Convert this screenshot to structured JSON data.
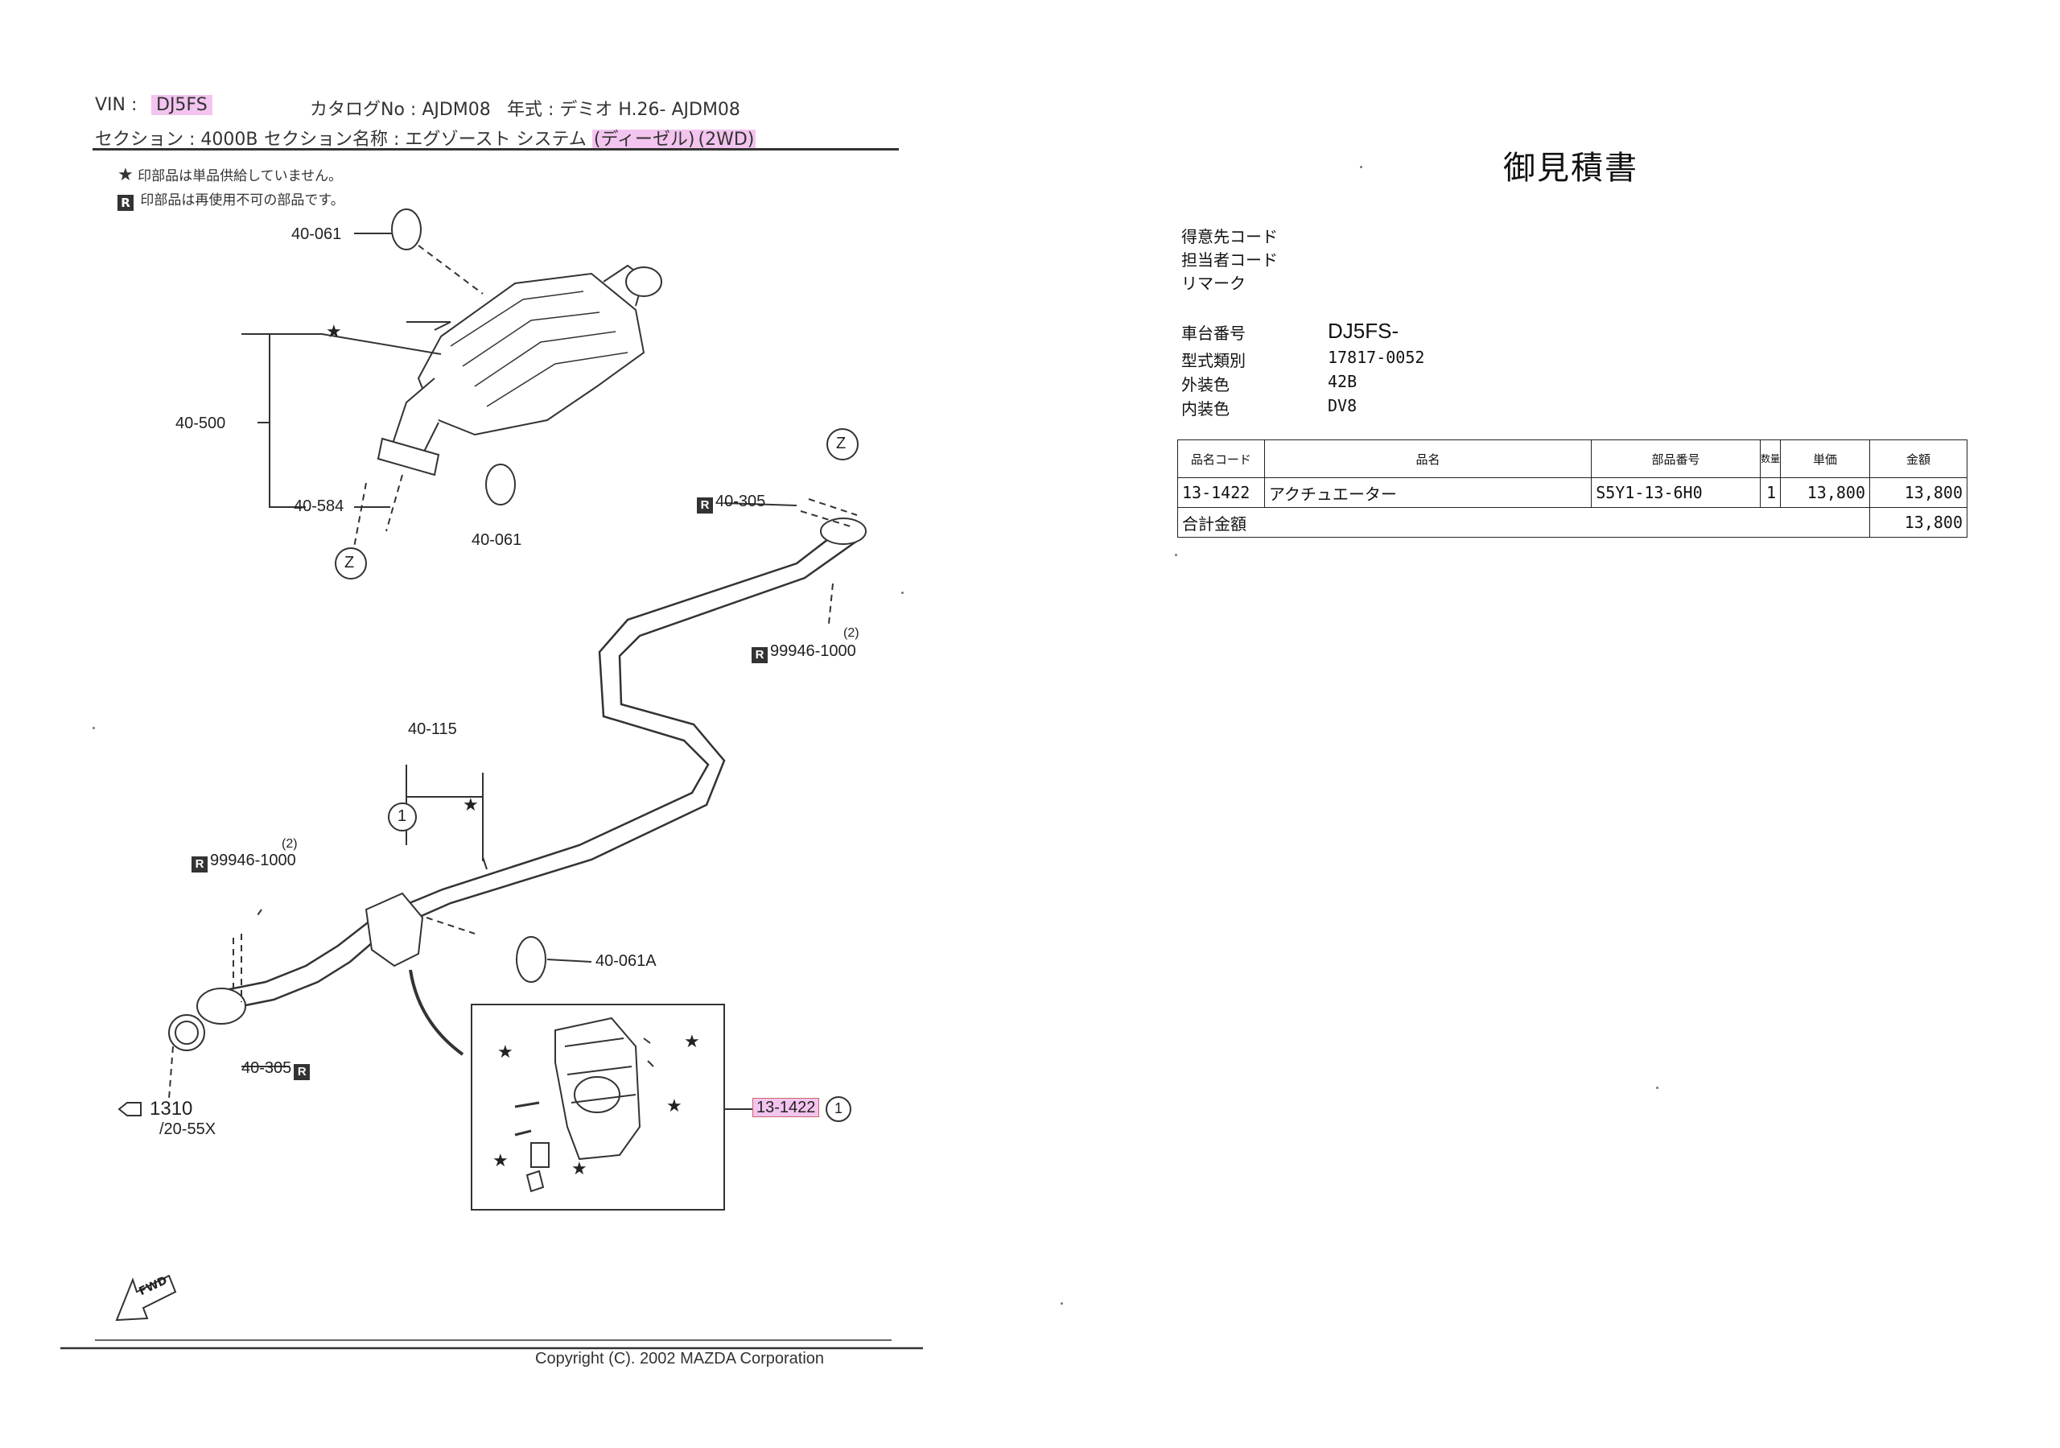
{
  "diagram": {
    "header": {
      "vin_label": "VIN :",
      "vin_value": "DJ5FS",
      "catalog": "カタログNo : AJDM08",
      "year": "年式 : デミオ H.26- AJDM08",
      "section": "セクション : 4000B",
      "section_name_label": "セクション名称 : エグゾースト システム",
      "section_name_hl1": "(ディーゼル)",
      "section_name_hl2": "(2WD)"
    },
    "notes": [
      "印部品は単品供給していません。",
      "印部品は再使用不可の部品です。"
    ],
    "labels": {
      "p40_061_top": "40-061",
      "p40_500": "40-500",
      "p40_584": "40-584",
      "p40_061_mid": "40-061",
      "z_left": "Z",
      "z_right": "Z",
      "p40_305_top": "40-305",
      "p99946_right_qty": "(2)",
      "p99946_right": "99946-1000",
      "p40_115": "40-115",
      "p99946_left_qty": "(2)",
      "p99946_left": "99946-1000",
      "p40_061a": "40-061A",
      "p40_305_bottom": "40-305",
      "ref_1310": "1310",
      "ref_20_55x": "/20-55X",
      "p13_1422": "13-1422",
      "circle_1_a": "1",
      "circle_1_b": "1",
      "r_mark": "R",
      "fwd": "FWD"
    },
    "copyright": "Copyright (C). 2002 MAZDA Corporation"
  },
  "estimate": {
    "title": "御見積書",
    "fields_top": [
      {
        "label": "得意先コード",
        "value": ""
      },
      {
        "label": "担当者コード",
        "value": ""
      },
      {
        "label": "リマーク",
        "value": ""
      }
    ],
    "vehicle": [
      {
        "label": "車台番号",
        "value": "DJ5FS-"
      },
      {
        "label": "型式類別",
        "value": "17817-0052"
      },
      {
        "label": "外装色",
        "value": "42B"
      },
      {
        "label": "内装色",
        "value": "DV8"
      }
    ],
    "table": {
      "headers": [
        "品名コード",
        "品名",
        "部品番号",
        "数量",
        "単価",
        "金額"
      ],
      "rows": [
        [
          "13-1422",
          "アクチュエーター",
          "S5Y1-13-6H0",
          "1",
          "13,800",
          "13,800"
        ]
      ],
      "total_label": "合計金額",
      "total_value": "13,800"
    }
  }
}
